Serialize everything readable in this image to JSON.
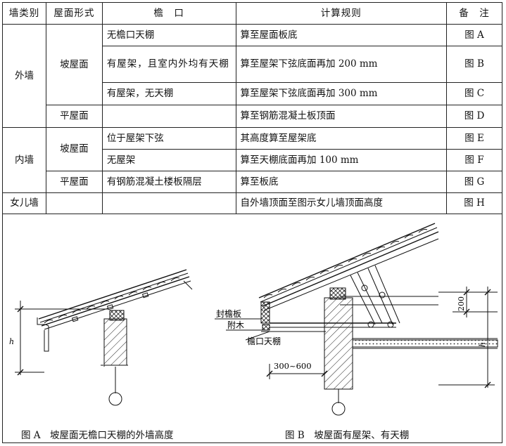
{
  "table": {
    "headers": [
      "墙类别",
      "屋面形式",
      "檐　口",
      "计算规则",
      "备　注"
    ],
    "wall_outer": "外墙",
    "wall_inner": "内墙",
    "wall_parapet": "女儿墙",
    "roof_slope": "坡屋面",
    "roof_flat": "平屋面",
    "rows": [
      {
        "eave": "无檐口天棚",
        "rule": "算至屋面板底",
        "note": "图 A"
      },
      {
        "eave": "有屋架，且室内外均有天棚",
        "rule": "算至屋架下弦底面再加 200 mm",
        "note": "图 B"
      },
      {
        "eave": "有屋架，无天棚",
        "rule": "算至屋架下弦底面再加 300 mm",
        "note": "图 C"
      },
      {
        "eave": "",
        "rule": "算至钢筋混凝土板顶面",
        "note": "图 D"
      },
      {
        "eave": "位于屋架下弦",
        "rule": "其高度算至屋架底",
        "note": "图 E"
      },
      {
        "eave": "无屋架",
        "rule": "算至天棚底面再加 100 mm",
        "note": "图 F"
      },
      {
        "eave": "有钢筋混凝土楼板隔层",
        "rule": "算至板底",
        "note": "图 G"
      },
      {
        "eave": "",
        "rule": "自外墙顶面至图示女儿墙顶面高度",
        "note": "图 H"
      }
    ]
  },
  "figures": {
    "a_caption": "图 A　坡屋面无檐口天棚的外墙高度",
    "b_caption": "图 B　坡屋面有屋架、有天棚",
    "h_label": "h",
    "label_fascia": "封檐板",
    "label_furring": "附木",
    "label_eave_ceiling": "檐口天棚",
    "dim_overhang": "300~600",
    "dim_200": "200"
  }
}
